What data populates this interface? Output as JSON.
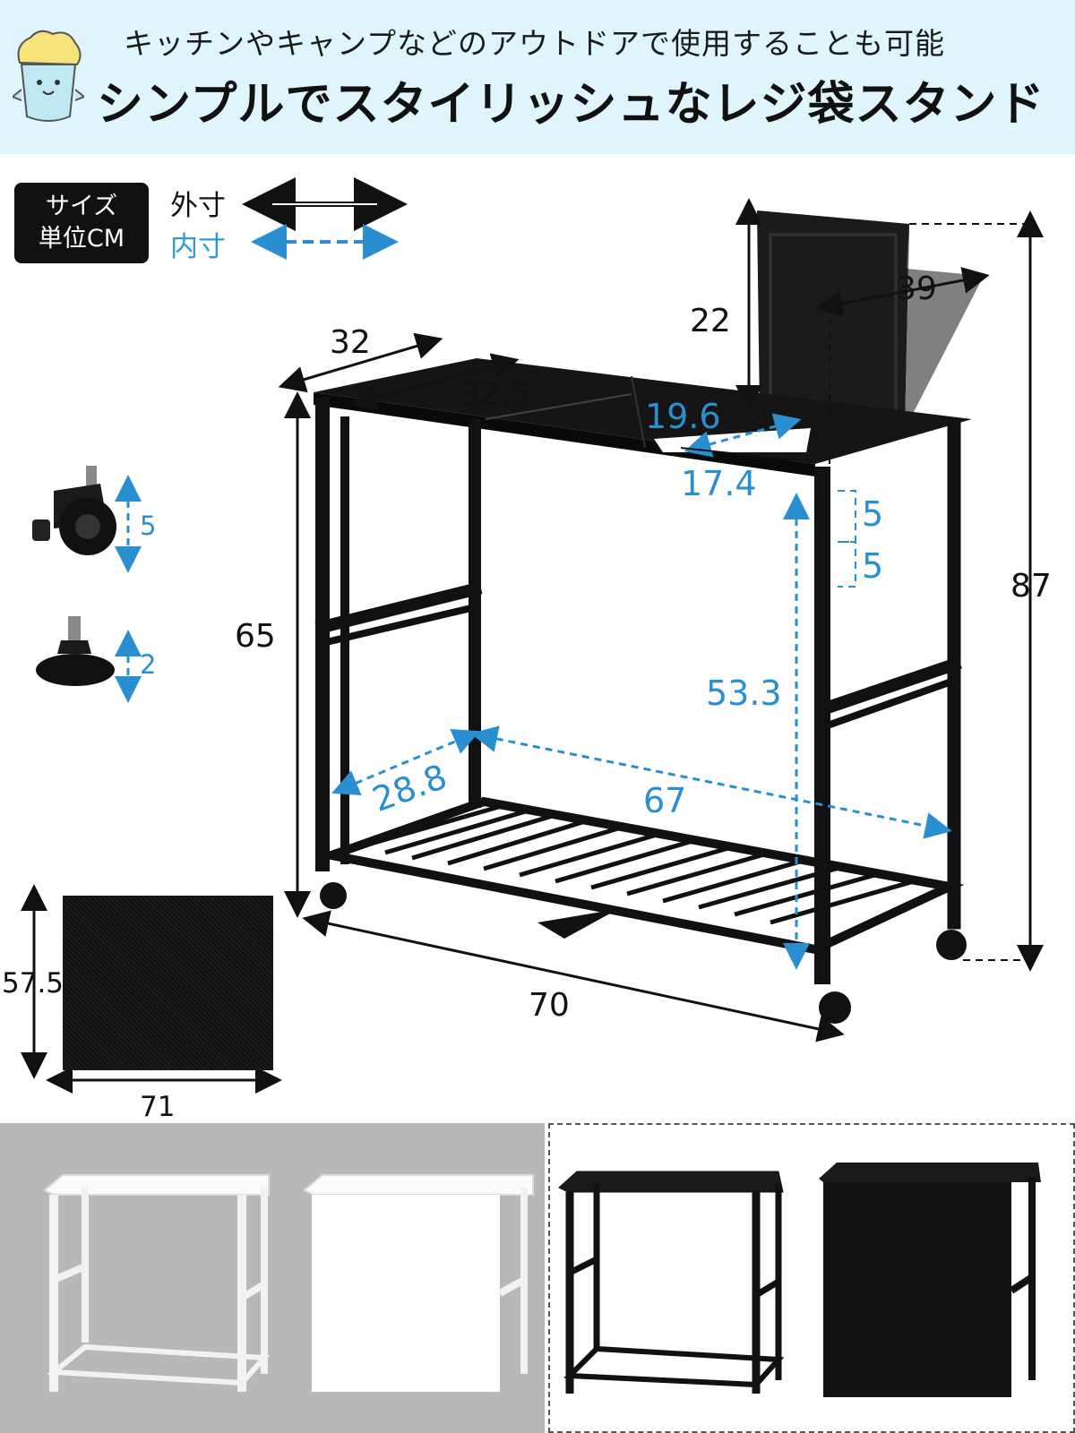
{
  "header": {
    "subtitle": "キッチンやキャンプなどのアウトドアで使用することも可能",
    "title": "シンプルでスタイリッシュなレジ袋スタンド"
  },
  "legend": {
    "badge_line1": "サイズ",
    "badge_line2": "単位CM",
    "outer_label": "外寸",
    "inner_label": "内寸"
  },
  "dimensions": {
    "top_depth_outer": "32",
    "top_depth_inner": "32.5",
    "lid_height": "22",
    "lid_width": "39",
    "bag_opening_width": "19.6",
    "bag_opening_depth": "17.4",
    "hook_spacing_1": "5",
    "hook_spacing_2": "5",
    "frame_height": "65",
    "total_height": "87",
    "inner_height": "53.3",
    "shelf_depth": "28.8",
    "shelf_width": "67",
    "total_width": "70",
    "caster_height": "5",
    "adjuster_height": "2",
    "felt_height": "57.5",
    "felt_width": "71"
  },
  "colors": {
    "banner_bg": "#dff5fb",
    "inner_dimension": "#2a8fd0",
    "frame": "#111111"
  }
}
